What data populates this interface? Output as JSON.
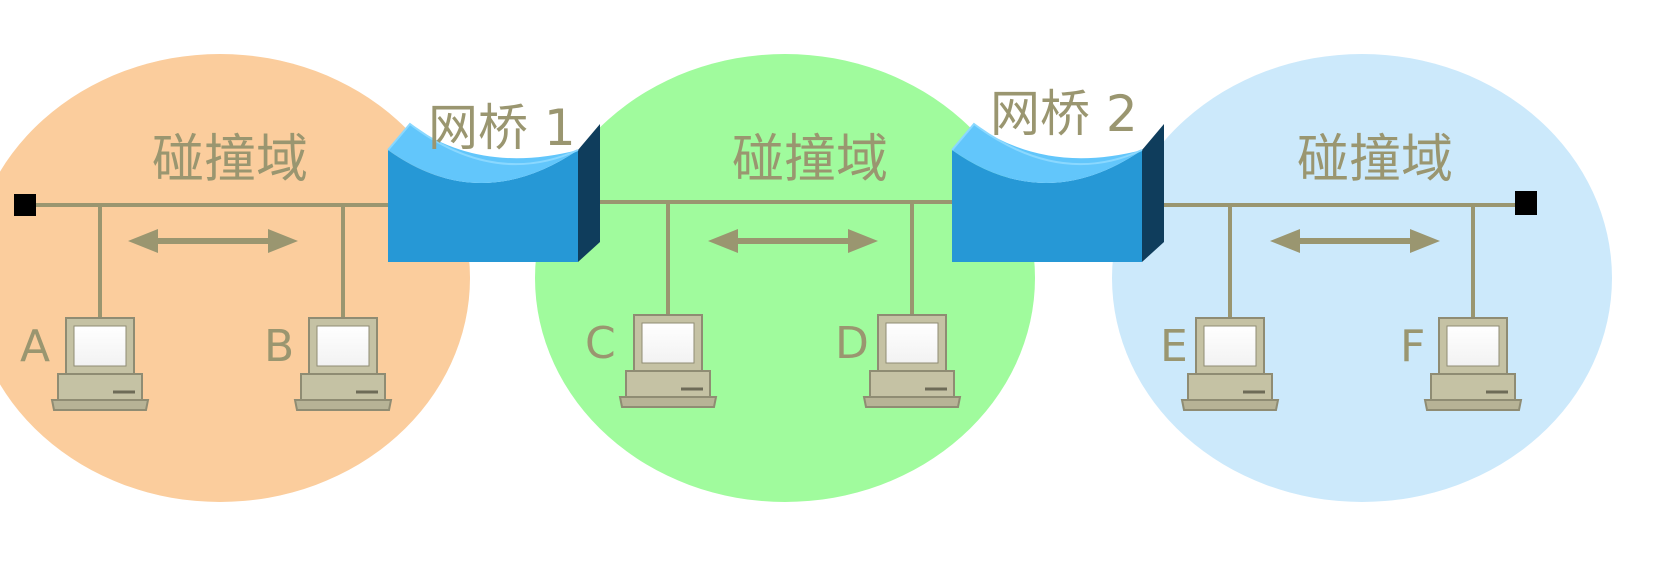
{
  "colors": {
    "domain_left": "#fbcd9d",
    "domain_middle": "#a0fb9d",
    "domain_right": "#cce9fb",
    "text": "#9a9670",
    "bridge_front": "#2698d6",
    "bridge_top": "#62c6fb",
    "bridge_side": "#0f3d5c",
    "computer_body": "#c5c2a4",
    "terminator": "#000000"
  },
  "diagram": {
    "domains": [
      {
        "label": "碰撞域"
      },
      {
        "label": "碰撞域"
      },
      {
        "label": "碰撞域"
      }
    ],
    "bridges": [
      {
        "label": "网桥 1"
      },
      {
        "label": "网桥 2"
      }
    ],
    "hosts": [
      {
        "label": "A"
      },
      {
        "label": "B"
      },
      {
        "label": "C"
      },
      {
        "label": "D"
      },
      {
        "label": "E"
      },
      {
        "label": "F"
      }
    ]
  }
}
